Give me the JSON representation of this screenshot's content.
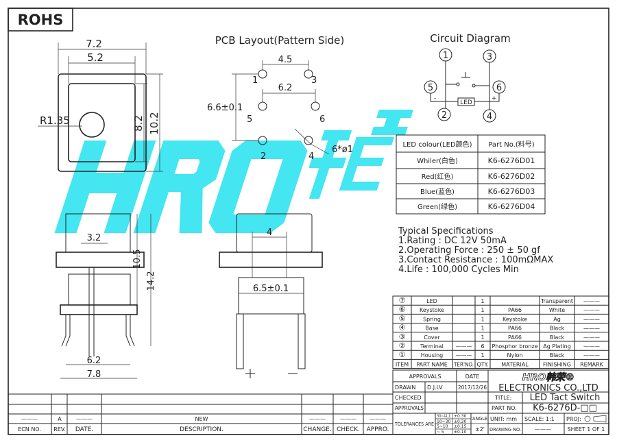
{
  "rohs": "ROHS",
  "top_view": {
    "dim_outer_w": "7.2",
    "dim_inner_w": "5.2",
    "radius": "R1.35",
    "dim_inner_h": "8.2",
    "dim_outer_h": "10.2"
  },
  "pcb": {
    "title": "PCB Layout(Pattern Side)",
    "dim_pitch_top": "4.5",
    "dim_pitch_mid": "6.2",
    "dim_vertical": "6.6±0.1",
    "hole_dia": "6*ø1",
    "pins": [
      "1",
      "2",
      "3",
      "4",
      "5",
      "6"
    ]
  },
  "circuit": {
    "title": "Circuit Diagram",
    "pins": [
      "1",
      "2",
      "3",
      "4",
      "5",
      "6"
    ],
    "led_label": "LED",
    "minus": "-",
    "plus": "+"
  },
  "led_table": {
    "headers": [
      "LED  colour(LED颜色)",
      "Part No.(料号)"
    ],
    "rows": [
      [
        "Whiler(白色)",
        "K6-6276D01"
      ],
      [
        "Red(红色)",
        "K6-6276D02"
      ],
      [
        "Blue(蓝色)",
        "K6-6276D03"
      ],
      [
        "Green(绿色)",
        "K6-6276D04"
      ]
    ]
  },
  "specs": {
    "title": "Typical Specifications",
    "lines": [
      "1.Rating : DC 12V 50mA",
      "2.Operating Force : 250 ± 50 gf",
      "3.Contact Resistance : 100mΩMAX",
      "4.Life : 100,000 Cycles Min"
    ]
  },
  "side_view": {
    "dim_button": "3.2",
    "dim_h1": "10.5",
    "dim_h2": "14.2",
    "dim_pins": "6.2",
    "dim_base": "7.8"
  },
  "front_view": {
    "dim_top": "4",
    "dim_body": "6.5±0.1"
  },
  "watermark": "HRO韩荣",
  "parts_table": {
    "headers": [
      "ITEM",
      "PART NAME",
      "TER'NO.",
      "QTY.",
      "MATERIAL",
      "FINISHING",
      "REMARK"
    ],
    "rows": [
      [
        "⑦",
        "LED",
        "",
        "1",
        "",
        "Transparent",
        "———"
      ],
      [
        "⑥",
        "Keystoke",
        "",
        "1",
        "PA66",
        "White",
        "———"
      ],
      [
        "⑤",
        "Spring",
        "",
        "1",
        "Keystoke",
        "Ag",
        "———"
      ],
      [
        "④",
        "Base",
        "",
        "1",
        "PA66",
        "Black",
        "———"
      ],
      [
        "③",
        "Cover",
        "",
        "1",
        "PA66",
        "Black",
        "———"
      ],
      [
        "②",
        "Terminal",
        "———",
        "6",
        "Phosphor bronze",
        "Ag Plating",
        "———"
      ],
      [
        "①",
        "Housing",
        "———",
        "1",
        "Nylon",
        "Black",
        "———"
      ]
    ]
  },
  "title_block": {
    "approvals_header": "APPROVALS",
    "date_header": "DATE",
    "drawn_label": "DRAWN",
    "drawn_by": "D.J.LV",
    "drawn_date": "2017/12/26",
    "checked_label": "CHECKED",
    "approvals_label": "APPROVALS",
    "tolerances_label": "TOLERANCES ARE",
    "tolerances": [
      [
        "30~以上",
        "±0.30"
      ],
      [
        "10~30",
        "±0.20"
      ],
      [
        "5~10",
        "±0.15"
      ],
      [
        "~ 5",
        "±0.10"
      ]
    ],
    "angle_label": "ANGLE",
    "angle_value": "±2'",
    "logo": "HRO韩荣®",
    "company": "ELECTRONICS  CO.,LTD",
    "title_label": "TITLE:",
    "title_value": "LED Tact Switch",
    "part_no_label": "PART NO.",
    "part_no_value": "K6-6276D-□□",
    "unit": "UNIT: mm",
    "scale": "SCALE:  1:1",
    "proj": "PROJ:",
    "drawing_no_label": "DRAWING NO.",
    "drawing_no_value": "———",
    "sheet": "SHEET  1 OF 1"
  },
  "revision_table": {
    "headers": [
      "ECN NO.",
      "REV.",
      "DATE.",
      "DESCRIPTION.",
      "CHANGE.",
      "CHECK.",
      "APPRO."
    ],
    "row": [
      "———",
      "A",
      "———",
      "NEW",
      "———",
      "———",
      "———"
    ]
  }
}
